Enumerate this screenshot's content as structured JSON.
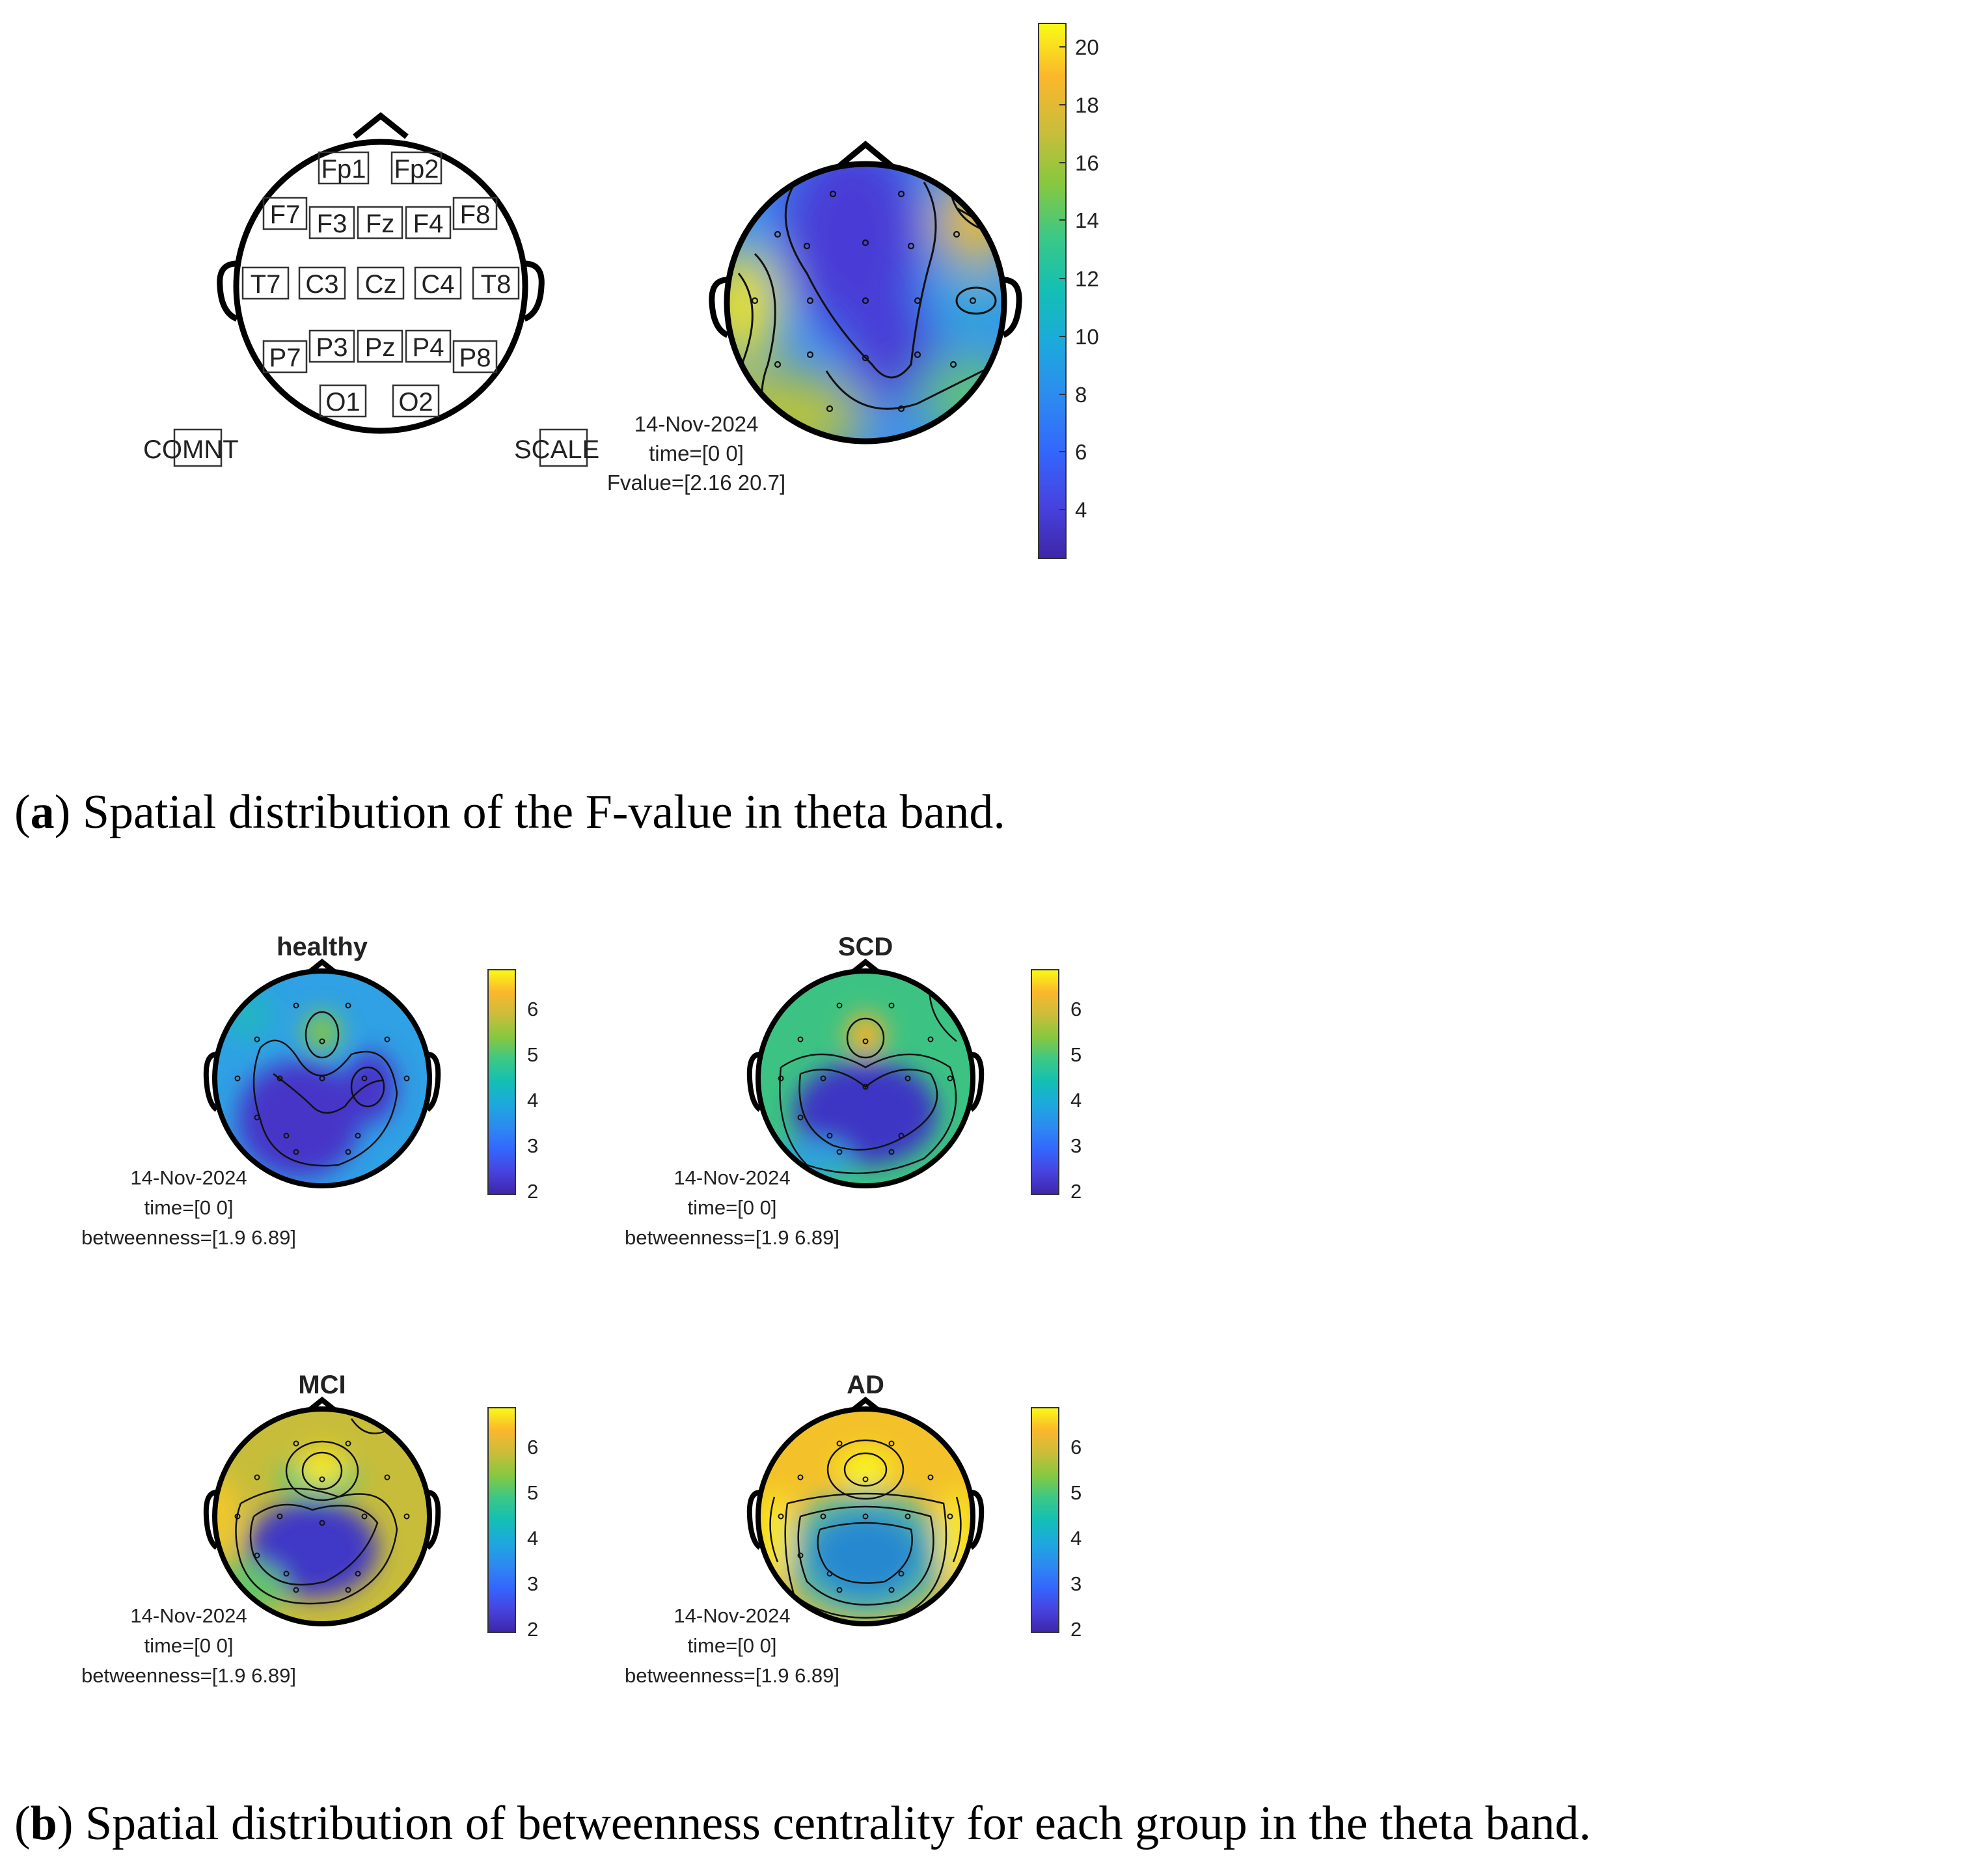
{
  "panel_a": {
    "electrode_labels": [
      "Fp1",
      "Fp2",
      "F7",
      "F3",
      "Fz",
      "F4",
      "F8",
      "T7",
      "C3",
      "Cz",
      "C4",
      "T8",
      "P7",
      "P3",
      "Pz",
      "P4",
      "P8",
      "O1",
      "O2"
    ],
    "comnt_label": "COMNT",
    "scale_label": "SCALE",
    "info": {
      "date": "14-Nov-2024",
      "time": "time=[0 0]",
      "range": "Fvalue=[2.16 20.7]"
    },
    "colorbar_ticks": [
      "4",
      "6",
      "8",
      "10",
      "12",
      "14",
      "16",
      "18",
      "20"
    ],
    "caption_letter": "a",
    "caption_text": "Spatial distribution of the F-value in theta band."
  },
  "panel_b": {
    "groups": [
      {
        "title": "healthy",
        "date": "14-Nov-2024",
        "time": "time=[0 0]",
        "range": "betweenness=[1.9 6.89]"
      },
      {
        "title": "SCD",
        "date": "14-Nov-2024",
        "time": "time=[0 0]",
        "range": "betweenness=[1.9 6.89]"
      },
      {
        "title": "MCI",
        "date": "14-Nov-2024",
        "time": "time=[0 0]",
        "range": "betweenness=[1.9 6.89]"
      },
      {
        "title": "AD",
        "date": "14-Nov-2024",
        "time": "time=[0 0]",
        "range": "betweenness=[1.9 6.89]"
      }
    ],
    "colorbar_ticks": [
      "2",
      "3",
      "4",
      "5",
      "6"
    ],
    "caption_letter": "b",
    "caption_text": "Spatial distribution of betweenness centrality for each group in the theta band."
  },
  "colormap": [
    "#3e26a8",
    "#4743e0",
    "#3367fd",
    "#2d8af0",
    "#1ca9dd",
    "#13bfb5",
    "#3bc886",
    "#87c83f",
    "#cbbd3a",
    "#fbb72c",
    "#f3d924",
    "#f9fb15"
  ]
}
